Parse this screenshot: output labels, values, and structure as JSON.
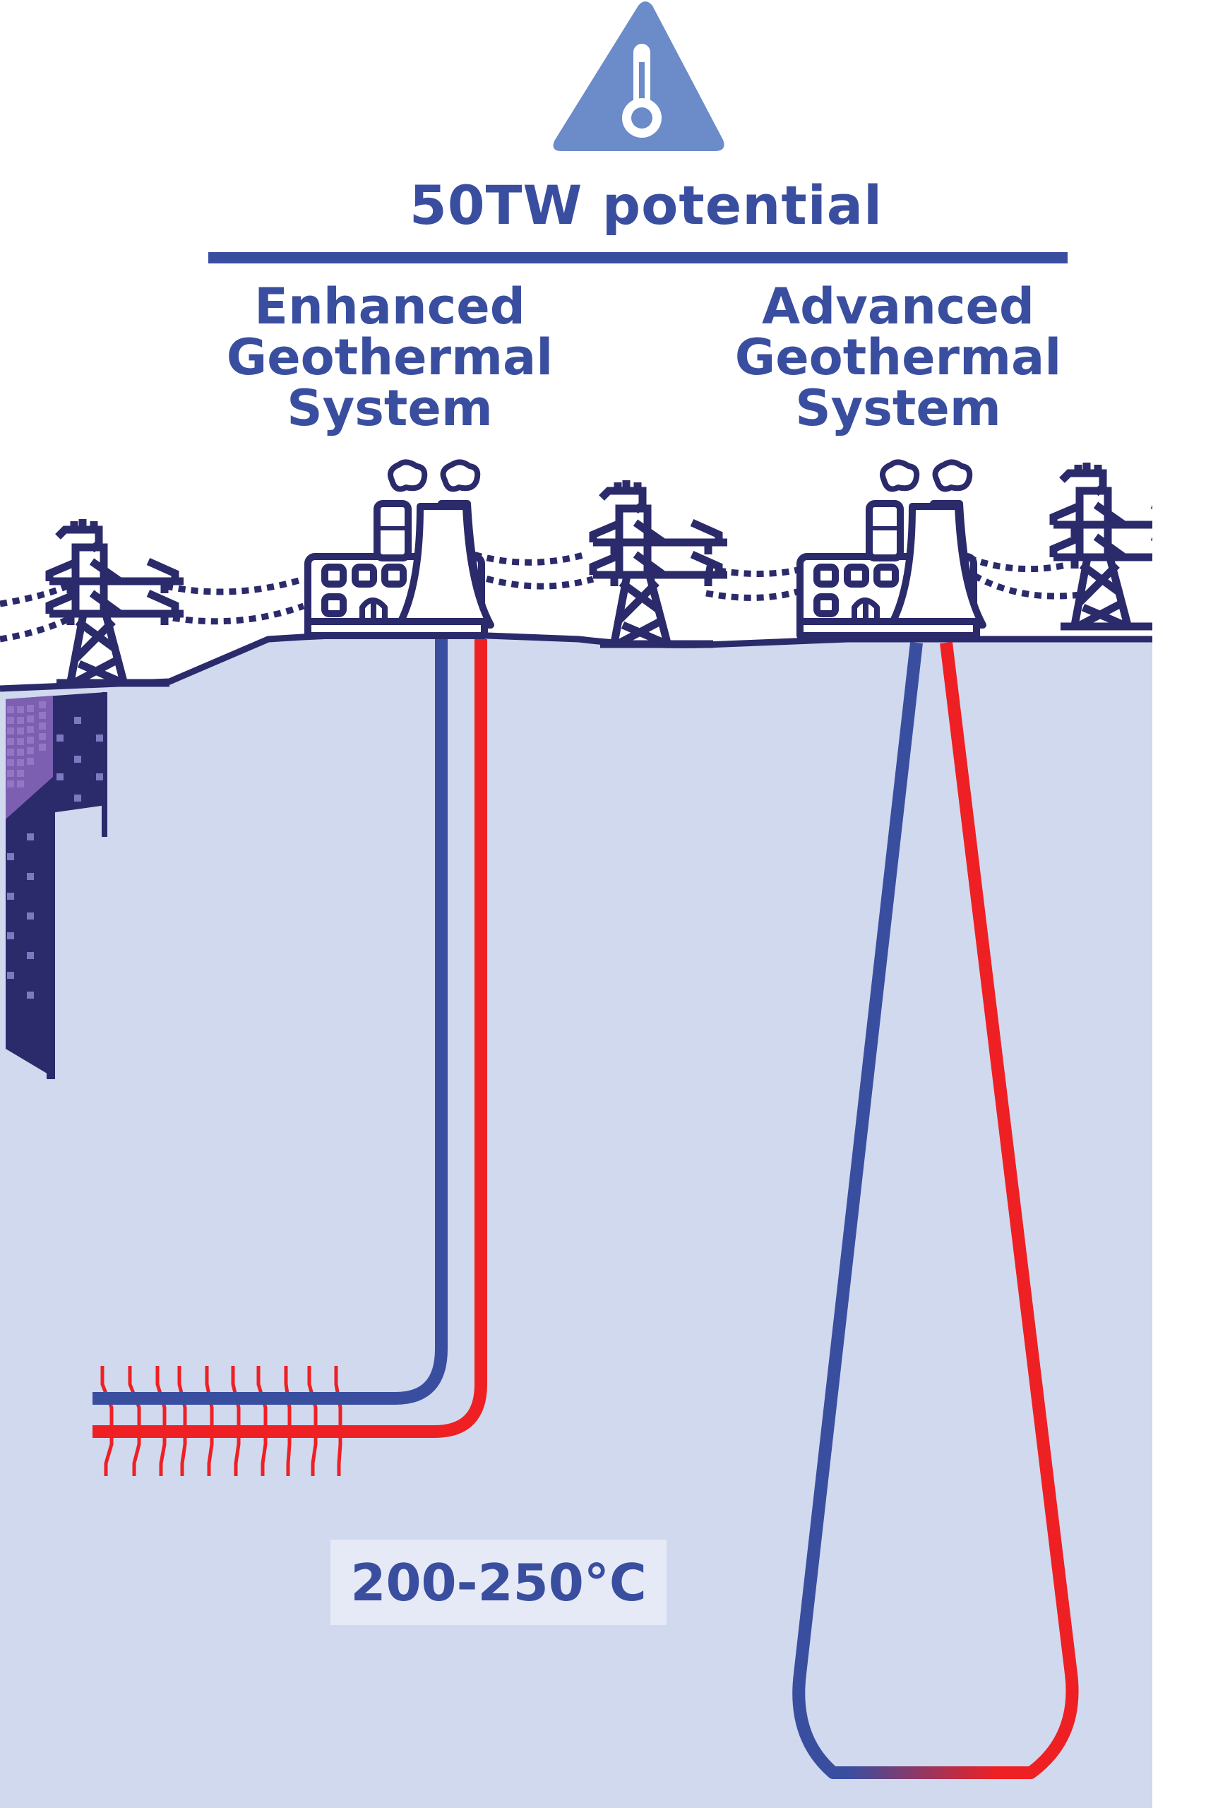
{
  "header": {
    "icon": "thermometer-warning-icon",
    "title": "50TW potential"
  },
  "systems": [
    {
      "id": "egs",
      "title_lines": [
        "Enhanced",
        "Geothermal",
        "System"
      ]
    },
    {
      "id": "ags",
      "title_lines": [
        "Advanced",
        "Geothermal",
        "System"
      ]
    }
  ],
  "temperature": {
    "label": "200-250°C"
  },
  "icons": {
    "power_tower": "power-tower-icon",
    "power_plant": "power-plant-icon",
    "buildings": "city-buildings-icon"
  },
  "colors": {
    "primary_text": "#3a4ea0",
    "icon_triangle": "#6b8bc9",
    "outline": "#2b2a6b",
    "ground": "#d0d9ee",
    "cold_pipe": "#3a4ea0",
    "hot_pipe": "#ee2024",
    "temp_box": "#e6eaf6",
    "building_light": "#7c5fb0",
    "building_dark": "#2b2a6b"
  }
}
